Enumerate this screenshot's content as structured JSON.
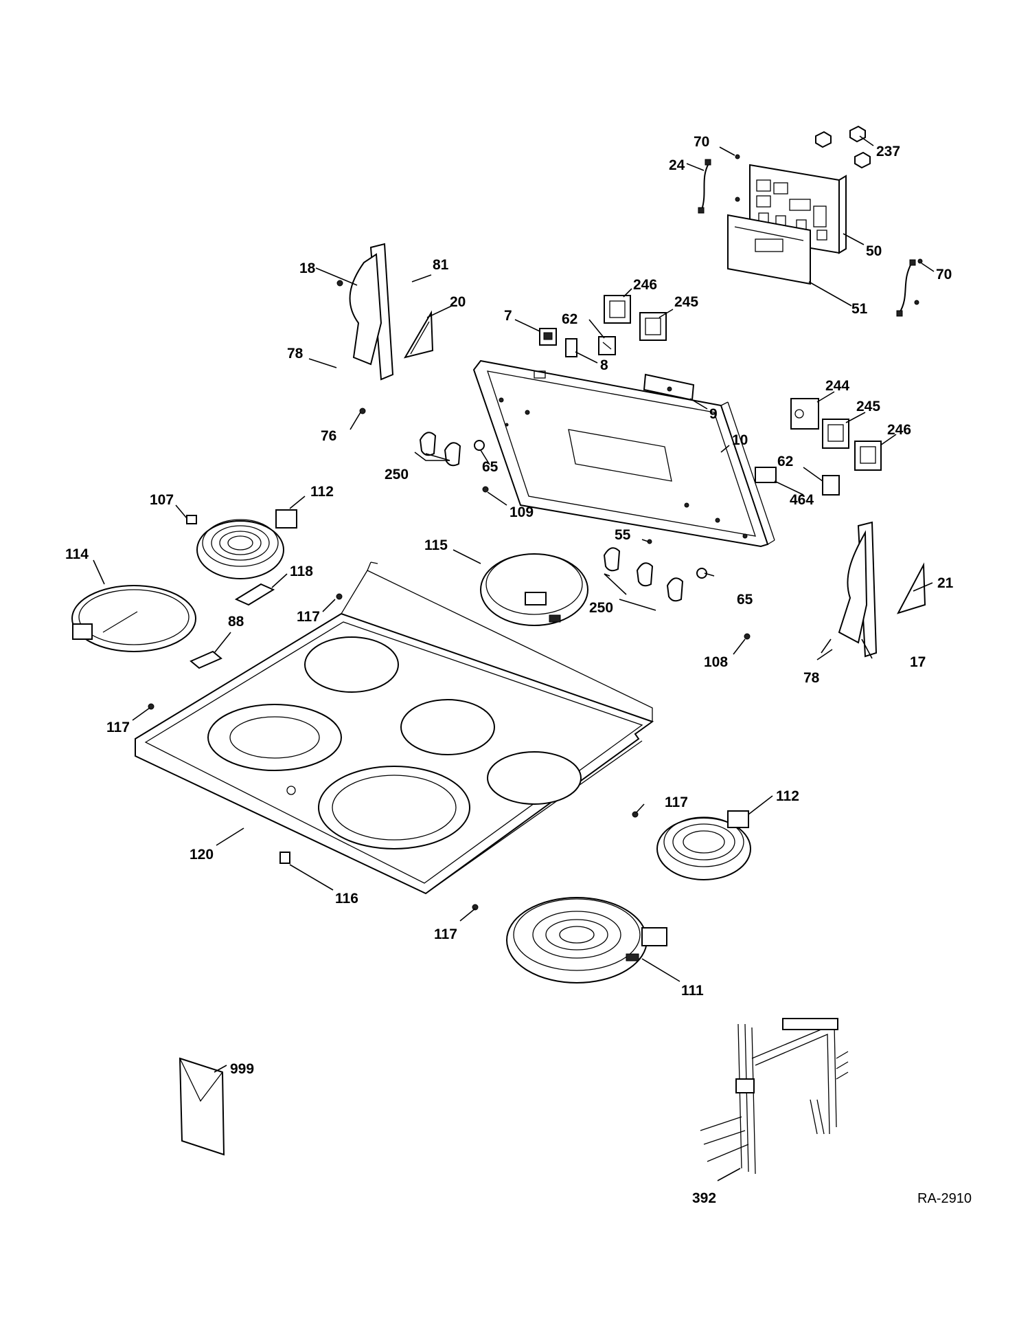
{
  "diagram": {
    "drawing_code": "RA-2910",
    "callouts": {
      "c70a": "70",
      "c237": "237",
      "c24": "24",
      "c50": "50",
      "c70b": "70",
      "c51": "51",
      "c18": "18",
      "c81": "81",
      "c20": "20",
      "c78a": "78",
      "c246a": "246",
      "c245a": "245",
      "c7": "7",
      "c62a": "62",
      "c8": "8",
      "c9": "9",
      "c244": "244",
      "c245b": "245",
      "c246b": "246",
      "c76": "76",
      "c10": "10",
      "c62b": "62",
      "c464": "464",
      "c250a": "250",
      "c65a": "65",
      "c109": "109",
      "c107": "107",
      "c112a": "112",
      "c114": "114",
      "c118": "118",
      "c115": "115",
      "c55": "55",
      "c117a": "117",
      "c88": "88",
      "c250b": "250",
      "c65b": "65",
      "c21": "21",
      "c108": "108",
      "c78b": "78",
      "c17": "17",
      "c117b": "117",
      "c117c": "117",
      "c112b": "112",
      "c120": "120",
      "c116": "116",
      "c117d": "117",
      "c111": "111",
      "c999": "999",
      "c392": "392"
    }
  }
}
